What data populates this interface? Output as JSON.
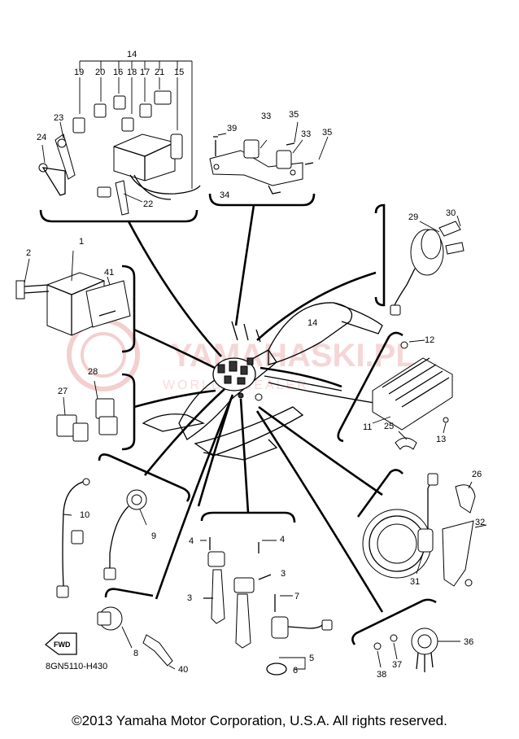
{
  "watermark": {
    "brand": "YAMAHASKI.PL",
    "subtitle": "WORLD · DEALER"
  },
  "diagram_code": "8GN5110-H430",
  "fwd_label": "FWD",
  "copyright": "©2013 Yamaha Motor Corporation, U.S.A. All rights reserved.",
  "colors": {
    "line": "#000000",
    "watermark": "#e8a0a0"
  },
  "parts": [
    {
      "num": "1"
    },
    {
      "num": "2"
    },
    {
      "num": "3"
    },
    {
      "num": "3"
    },
    {
      "num": "4"
    },
    {
      "num": "4"
    },
    {
      "num": "5"
    },
    {
      "num": "6"
    },
    {
      "num": "7"
    },
    {
      "num": "8"
    },
    {
      "num": "9"
    },
    {
      "num": "10"
    },
    {
      "num": "11"
    },
    {
      "num": "12"
    },
    {
      "num": "13"
    },
    {
      "num": "14"
    },
    {
      "num": "14"
    },
    {
      "num": "15"
    },
    {
      "num": "16"
    },
    {
      "num": "17"
    },
    {
      "num": "18"
    },
    {
      "num": "19"
    },
    {
      "num": "20"
    },
    {
      "num": "21"
    },
    {
      "num": "22"
    },
    {
      "num": "23"
    },
    {
      "num": "24"
    },
    {
      "num": "25"
    },
    {
      "num": "26"
    },
    {
      "num": "27"
    },
    {
      "num": "28"
    },
    {
      "num": "29"
    },
    {
      "num": "30"
    },
    {
      "num": "31"
    },
    {
      "num": "32"
    },
    {
      "num": "33"
    },
    {
      "num": "33"
    },
    {
      "num": "34"
    },
    {
      "num": "35"
    },
    {
      "num": "35"
    },
    {
      "num": "36"
    },
    {
      "num": "37"
    },
    {
      "num": "38"
    },
    {
      "num": "39"
    },
    {
      "num": "40"
    },
    {
      "num": "41"
    }
  ]
}
